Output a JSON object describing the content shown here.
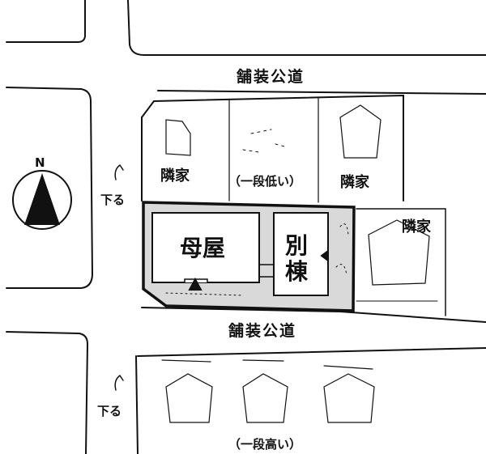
{
  "roads": {
    "top_label": "舗装公道",
    "bottom_label": "舗装公道"
  },
  "compass": {
    "label": "N"
  },
  "slopes": {
    "upper": "下る",
    "lower": "下る"
  },
  "neighbors": {
    "north_left": "隣家",
    "north_middle": "（一段低い）",
    "north_right": "隣家",
    "east": "隣家",
    "south": "（一段高い）"
  },
  "site": {
    "main_house": "母屋",
    "annex_line1": "別",
    "annex_line2": "棟"
  },
  "colors": {
    "ink": "#111111",
    "site_fill": "#d9d9d9"
  }
}
